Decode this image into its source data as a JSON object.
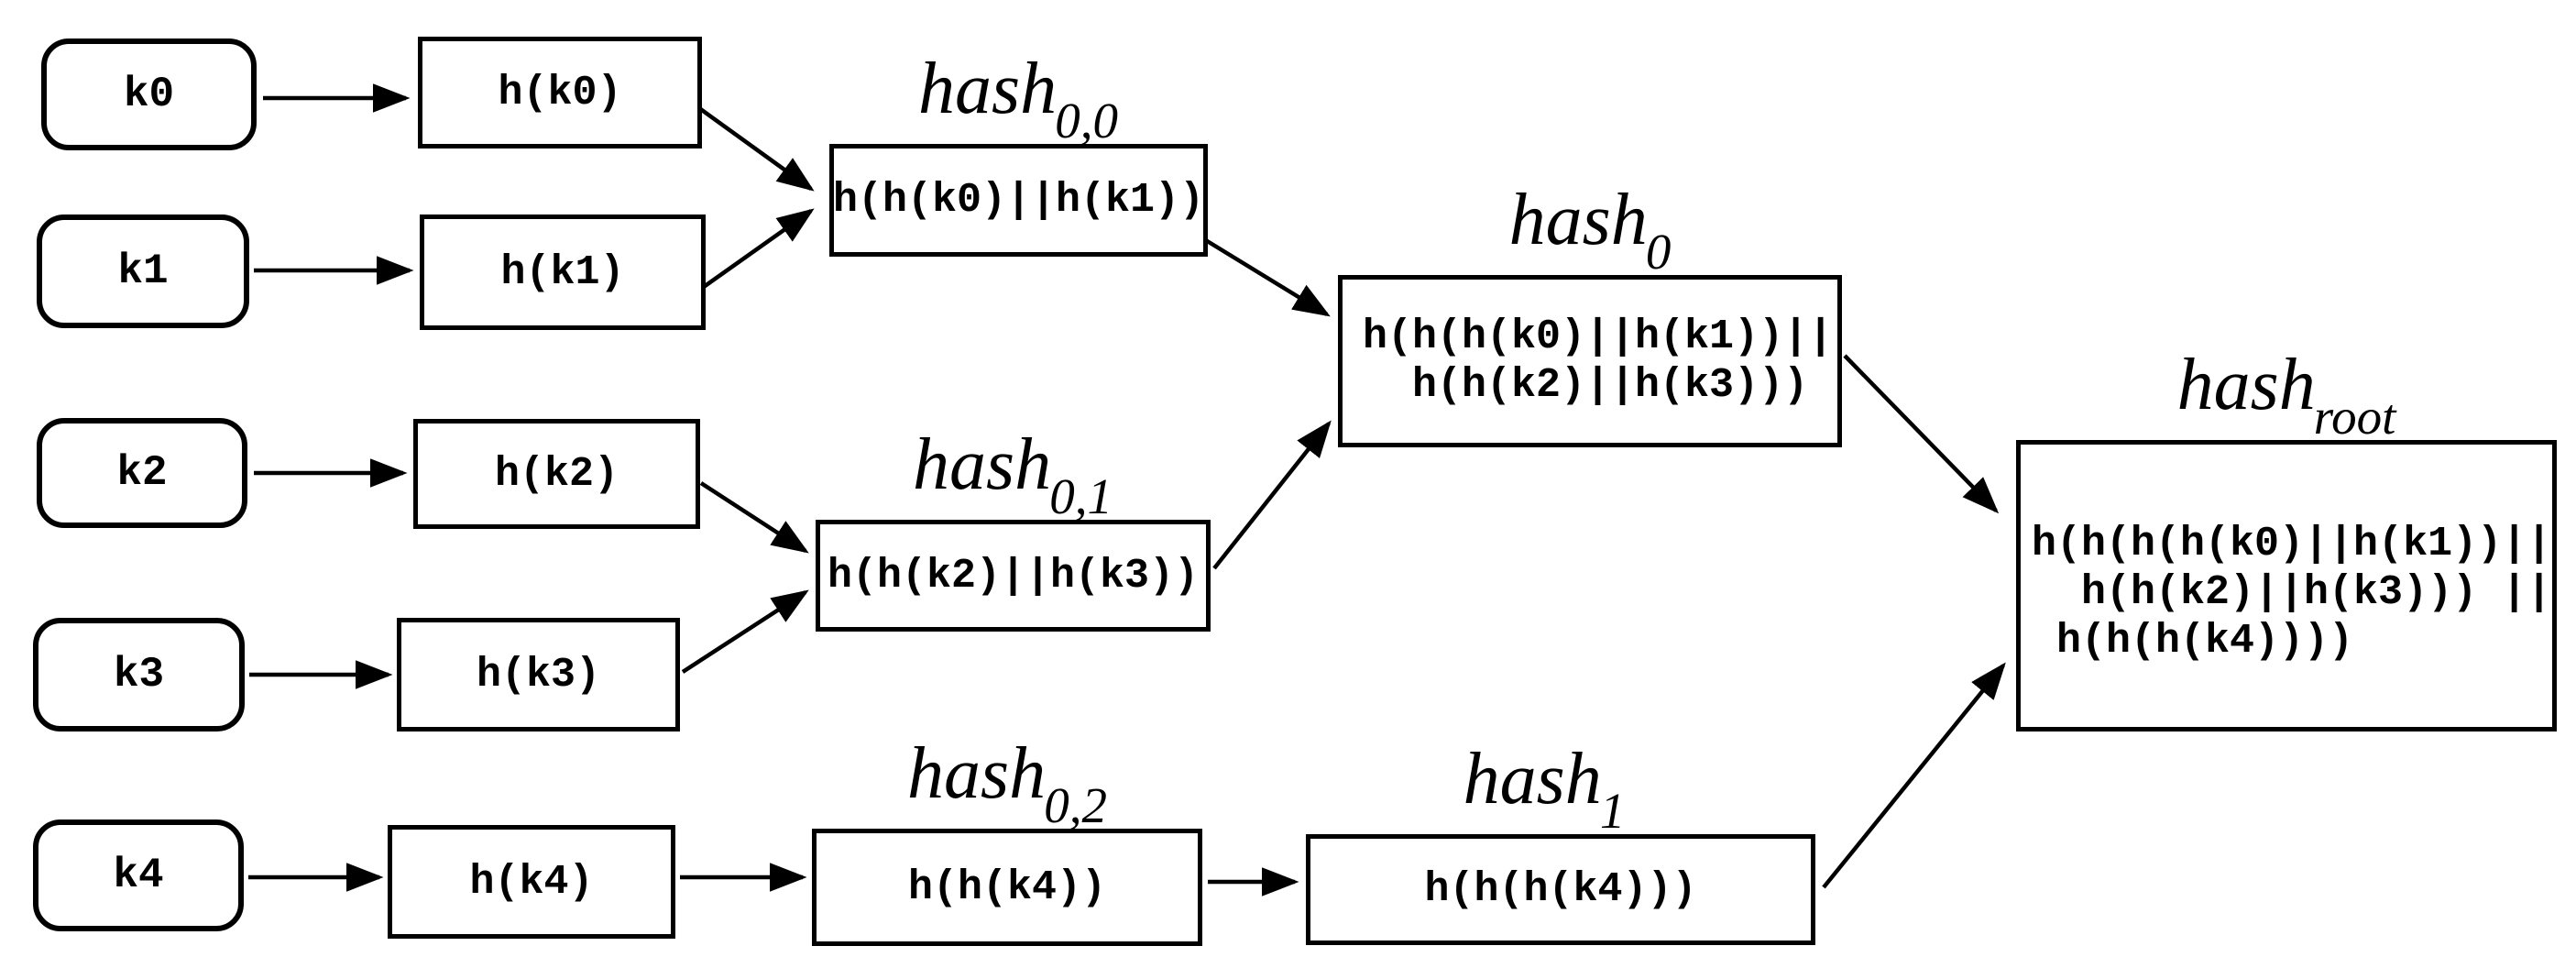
{
  "colors": {
    "ink": "#000000",
    "background": "#ffffff"
  },
  "leaves": [
    {
      "label": "k0"
    },
    {
      "label": "k1"
    },
    {
      "label": "k2"
    },
    {
      "label": "k3"
    },
    {
      "label": "k4"
    }
  ],
  "level1": [
    {
      "value": "h(k0)"
    },
    {
      "value": "h(k1)"
    },
    {
      "value": "h(k2)"
    },
    {
      "value": "h(k3)"
    },
    {
      "value": "h(k4)"
    }
  ],
  "level2": [
    {
      "title_base": "hash",
      "title_sub": "0,0",
      "value": "h(h(k0)||h(k1))"
    },
    {
      "title_base": "hash",
      "title_sub": "0,1",
      "value": "h(h(k2)||h(k3))"
    },
    {
      "title_base": "hash",
      "title_sub": "0,2",
      "value": "h(h(k4))"
    }
  ],
  "level3": [
    {
      "title_base": "hash",
      "title_sub": "0",
      "value": "h(h(h(k0)||h(k1))||\n  h(h(k2)||h(k3)))"
    },
    {
      "title_base": "hash",
      "title_sub": "1",
      "value": "h(h(h(k4)))"
    }
  ],
  "root": {
    "title_base": "hash",
    "title_sub": "root",
    "value": "h(h(h(h(k0)||h(k1))||\n  h(h(k2)||h(k3))) ||\n h(h(h(k4))))"
  }
}
